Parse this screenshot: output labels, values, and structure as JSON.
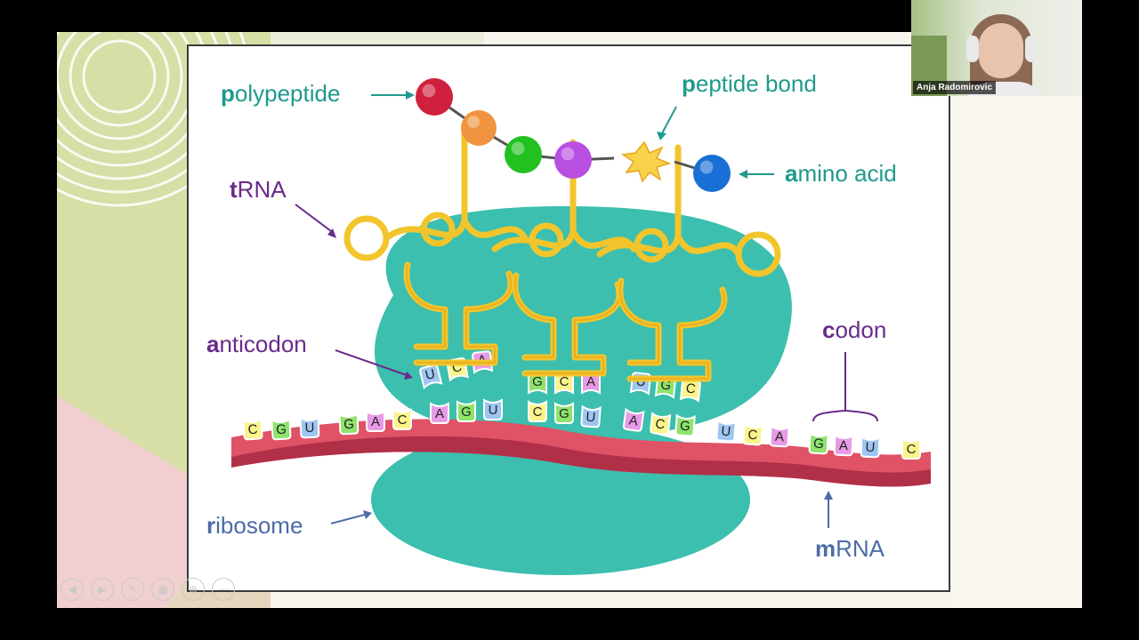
{
  "labels": {
    "polypeptide": {
      "initial": "p",
      "rest": "olypeptide"
    },
    "peptide_bond": {
      "initial": "p",
      "rest": "eptide bond"
    },
    "amino_acid": {
      "initial": "a",
      "rest": "mino acid"
    },
    "trna": {
      "initial": "t",
      "rest": "RNA"
    },
    "anticodon": {
      "initial": "a",
      "rest": "nticodon"
    },
    "codon": {
      "initial": "c",
      "rest": "odon"
    },
    "ribosome": {
      "initial": "r",
      "rest": "ibosome"
    },
    "mrna": {
      "initial": "m",
      "rest": "RNA"
    }
  },
  "amino_acid_colors": [
    "#d0203f",
    "#f0943f",
    "#22c11f",
    "#b94fe0",
    "#1a6fd6"
  ],
  "base_colors": {
    "A": "#e79be6",
    "C": "#fbf48a",
    "G": "#8ee36c",
    "U": "#9ec6f3"
  },
  "mrna_bases": [
    "C",
    "G",
    "U",
    "G",
    "A",
    "C",
    "A",
    "G",
    "U",
    "C",
    "G",
    "U",
    "A",
    "C",
    "G",
    "U",
    "C",
    "A",
    "G",
    "A",
    "U",
    "C"
  ],
  "anticodons": [
    [
      "U",
      "C",
      "A"
    ],
    [
      "G",
      "C",
      "A"
    ],
    [
      "U",
      "G",
      "C"
    ]
  ],
  "presenter": {
    "name": "Anja Radomirovic"
  },
  "colors": {
    "ribosome": "#3cbfae",
    "trna": "#f2c52c",
    "mrna": "#e05266",
    "label_teal": "#1e9a8c",
    "label_purple": "#6a2a8a",
    "label_blue": "#4c6ca8"
  }
}
